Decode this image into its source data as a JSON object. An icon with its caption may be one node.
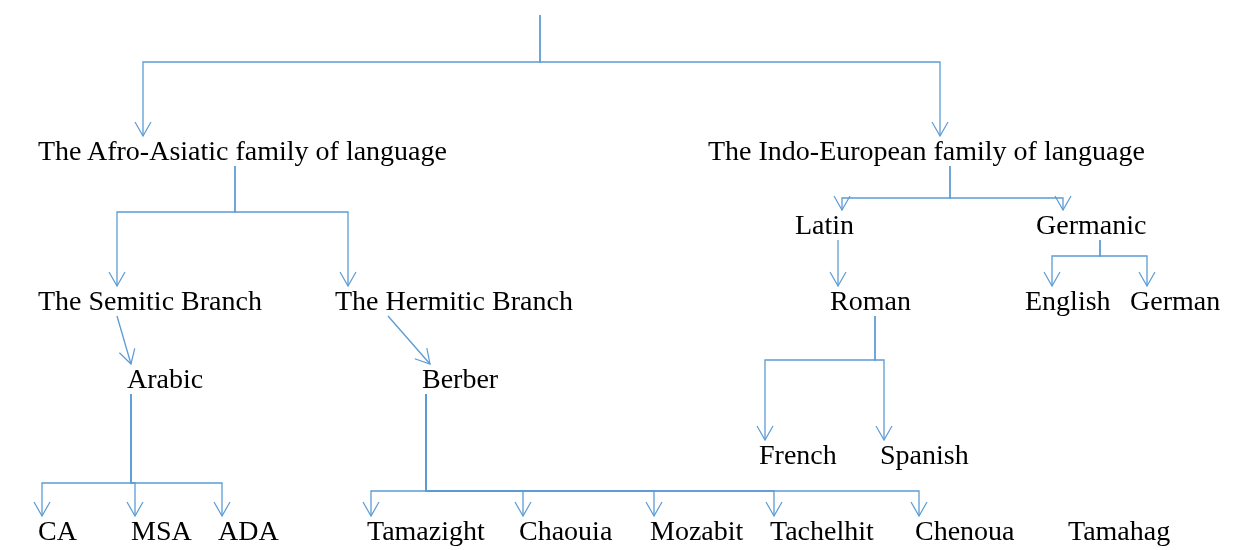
{
  "diagram": {
    "nodes": [
      {
        "text": [
          "The Afro-Asiatic family of language"
        ]
      },
      {
        "text": [
          "The Indo-European family of language"
        ]
      },
      {
        "text": [
          "The Semitic Branch"
        ]
      },
      {
        "text": [
          "The Hermitic Branch"
        ]
      },
      {
        "text": [
          "Arabic"
        ]
      },
      {
        "text": [
          "Berber"
        ]
      },
      {
        "text": [
          "CA"
        ]
      },
      {
        "text": [
          "MSA"
        ]
      },
      {
        "text": [
          "ADA"
        ]
      },
      {
        "text": [
          "Tamazight"
        ]
      },
      {
        "text": [
          "Chaouia"
        ]
      },
      {
        "text": [
          "Mozabit"
        ]
      },
      {
        "text": [
          "Tachelhit"
        ]
      },
      {
        "text": [
          "Chenoua"
        ]
      },
      {
        "text": [
          "Tamahag"
        ]
      },
      {
        "text": [
          "Latin"
        ]
      },
      {
        "text": [
          "Germanic"
        ]
      },
      {
        "text": [
          "Roman"
        ]
      },
      {
        "text": [
          "English"
        ]
      },
      {
        "text": [
          "German"
        ]
      },
      {
        "text": [
          "French"
        ]
      },
      {
        "text": [
          "Spanish"
        ]
      }
    ],
    "edges": [
      {
        "from": null,
        "to": 0,
        "arrow": "to"
      },
      {
        "from": null,
        "to": 1,
        "arrow": "to"
      },
      {
        "from": 0,
        "to": 2,
        "arrow": "to"
      },
      {
        "from": 0,
        "to": 3,
        "arrow": "to"
      },
      {
        "from": 2,
        "to": 4,
        "arrow": "to"
      },
      {
        "from": 3,
        "to": 5,
        "arrow": "to"
      },
      {
        "from": 4,
        "to": 6,
        "arrow": "to"
      },
      {
        "from": 4,
        "to": 7,
        "arrow": "to"
      },
      {
        "from": 4,
        "to": 8,
        "arrow": "to"
      },
      {
        "from": 5,
        "to": 9,
        "arrow": "to"
      },
      {
        "from": 5,
        "to": 10,
        "arrow": "to"
      },
      {
        "from": 5,
        "to": 11,
        "arrow": "to"
      },
      {
        "from": 5,
        "to": 12,
        "arrow": "to"
      },
      {
        "from": 5,
        "to": 13,
        "arrow": "to"
      },
      {
        "from": 1,
        "to": 15,
        "arrow": "to"
      },
      {
        "from": 1,
        "to": 16,
        "arrow": "to"
      },
      {
        "from": 15,
        "to": 17,
        "arrow": "to"
      },
      {
        "from": 16,
        "to": 18,
        "arrow": "to"
      },
      {
        "from": 16,
        "to": 19,
        "arrow": "to"
      },
      {
        "from": 17,
        "to": 20,
        "arrow": "to"
      },
      {
        "from": 17,
        "to": 21,
        "arrow": "to"
      }
    ]
  }
}
